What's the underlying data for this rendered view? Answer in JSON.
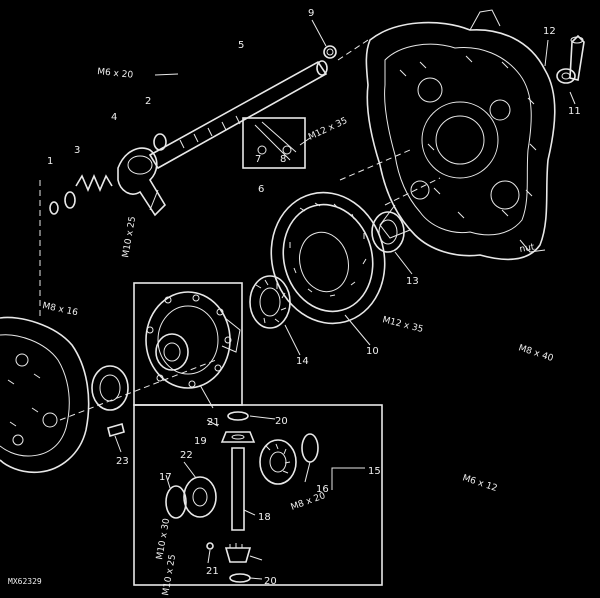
{
  "callouts": {
    "c1": "1",
    "c2": "2",
    "c3": "3",
    "c4": "4",
    "c5": "5",
    "c6": "6",
    "c7": "7",
    "c8": "8",
    "c9": "9",
    "c10": "10",
    "c11": "11",
    "c12": "12",
    "c13": "13",
    "c14": "14",
    "c15": "15",
    "c16": "16",
    "c17": "17",
    "c18": "18",
    "c19": "19",
    "c20a": "20",
    "c20b": "20",
    "c21a": "21",
    "c21b": "21",
    "c22": "22",
    "c23": "23"
  },
  "labels": {
    "bolt_a": "M6 x 20",
    "bolt_b": "M12 x 35",
    "bolt_c": "M10 x 25",
    "bolt_d": "M8 x 16",
    "bolt_e": "M12 x 35",
    "bolt_f": "M8 x 40",
    "bolt_g": "M6 x 12",
    "bolt_h": "M8 x 20",
    "bolt_i": "M10 x 30",
    "bolt_j": "M10 x 25",
    "nut": "nut"
  },
  "figure_ref": "MX62329"
}
